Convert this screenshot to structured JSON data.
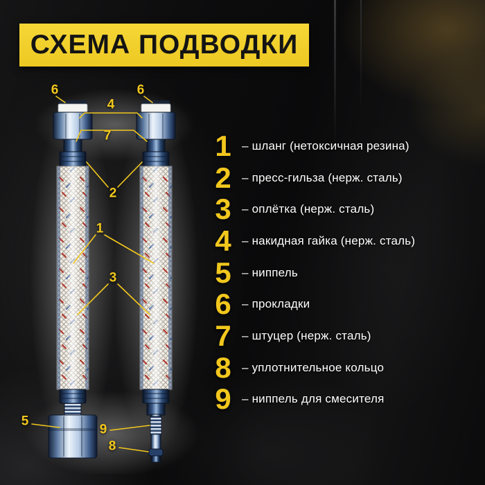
{
  "title": "СХЕМА ПОДВОДКИ",
  "colors": {
    "banner_yellow": "#f1cf2a",
    "number_yellow": "#f2c71d",
    "text_white": "#ffffff",
    "background": "#0a0a0b"
  },
  "legend": [
    {
      "num": "1",
      "label": "– шланг (нетоксичная резина)"
    },
    {
      "num": "2",
      "label": "– пресс-гильза (нерж. сталь)"
    },
    {
      "num": "3",
      "label": "– оплётка (нерж. сталь)"
    },
    {
      "num": "4",
      "label": "– накидная гайка (нерж. сталь)"
    },
    {
      "num": "5",
      "label": "– ниппель"
    },
    {
      "num": "6",
      "label": "– прокладки"
    },
    {
      "num": "7",
      "label": "– штуцер (нерж. сталь)"
    },
    {
      "num": "8",
      "label": "– уплотнительное кольцо"
    },
    {
      "num": "9",
      "label": "– ниппель для смесителя"
    }
  ],
  "callouts": [
    {
      "num": "6",
      "target": "gasket-left"
    },
    {
      "num": "4",
      "target": "union-nuts"
    },
    {
      "num": "6",
      "target": "gasket-right"
    },
    {
      "num": "7",
      "target": "fittings"
    },
    {
      "num": "2",
      "target": "press-sleeves"
    },
    {
      "num": "1",
      "target": "rubber-hose"
    },
    {
      "num": "3",
      "target": "steel-braid"
    },
    {
      "num": "5",
      "target": "nipple"
    },
    {
      "num": "9",
      "target": "mixer-nipple"
    },
    {
      "num": "8",
      "target": "seal-ring"
    }
  ]
}
